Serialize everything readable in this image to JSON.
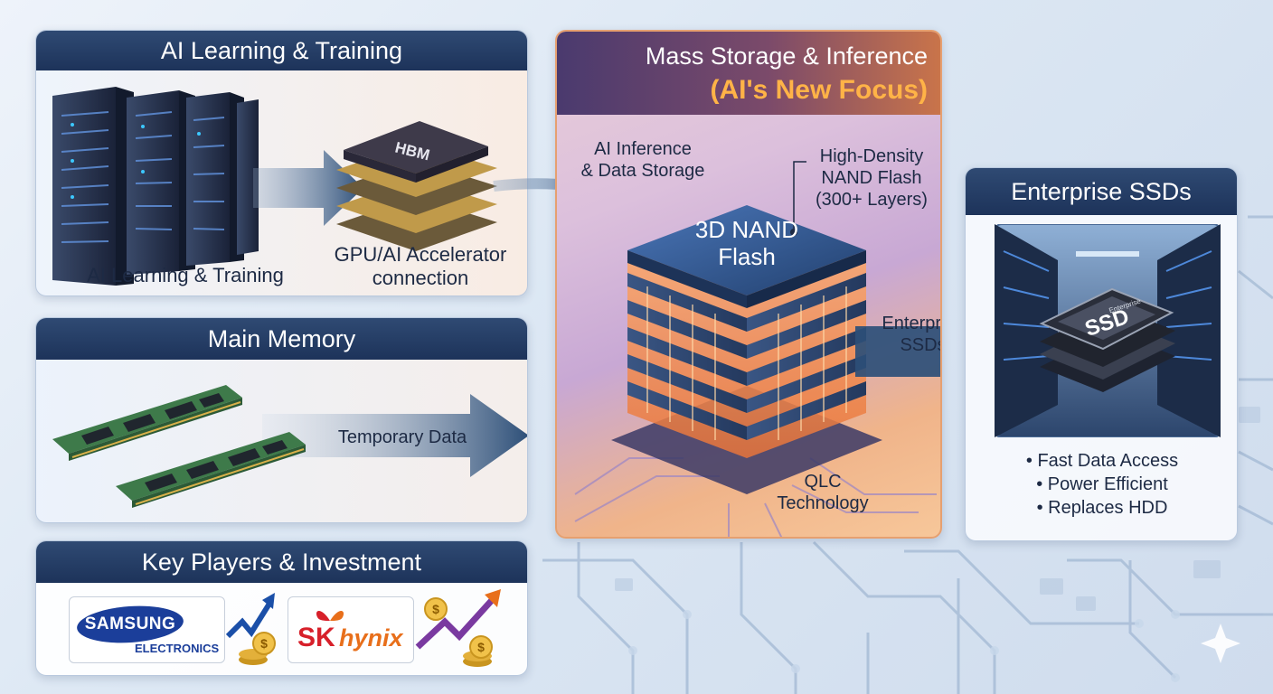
{
  "learning": {
    "title": "AI Learning & Training",
    "server_caption": "AI Learning & Training",
    "chip_label": "HBM",
    "accelerator_caption_line1": "GPU/AI Accelerator",
    "accelerator_caption_line2": "connection"
  },
  "memory": {
    "title": "Main Memory",
    "arrow_label": "Temporary Data"
  },
  "players": {
    "title": "Key Players & Investment",
    "companies": [
      {
        "name": "SAMSUNG",
        "sub": "ELECTRONICS"
      },
      {
        "name": "SK",
        "sub": "hynix"
      }
    ]
  },
  "storage": {
    "title": "Mass Storage & Inference",
    "subtitle": "(AI's New Focus)",
    "inference_line1": "AI Inference",
    "inference_line2": "& Data Storage",
    "density_line1": "High-Density",
    "density_line2": "NAND Flash",
    "density_line3": "(300+ Layers)",
    "chip_line1": "3D NAND",
    "chip_line2": "Flash",
    "qlc_line1": "QLC",
    "qlc_line2": "Technology",
    "arrow_label_line1": "Enterprise",
    "arrow_label_line2": "SSDs"
  },
  "enterprise": {
    "title": "Enterprise SSDs",
    "drive_label": "SSD",
    "drive_brand": "Enterprise",
    "bullets": [
      "• Fast Data Access",
      "• Power Efficient",
      "• Replaces HDD"
    ]
  },
  "colors": {
    "header_navy": "#1d335a",
    "accent_orange": "#ffb347",
    "arrow_blue": "#2d4f78",
    "samsung_blue": "#1b3e9a",
    "sk_red": "#d7202a",
    "hynix_orange": "#e86f1b"
  }
}
